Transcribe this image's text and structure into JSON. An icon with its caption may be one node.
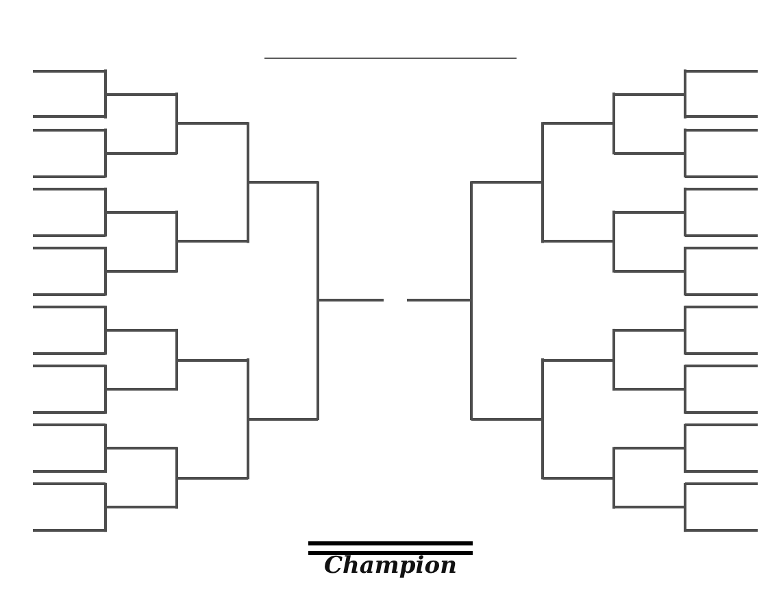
{
  "diagram": {
    "nodes": [
      {
        "text": [],
        "shape": "line"
      },
      {
        "text": [],
        "shape": "line"
      },
      {
        "text": [],
        "shape": "line"
      },
      {
        "text": [],
        "shape": "line"
      },
      {
        "text": [],
        "shape": "line"
      },
      {
        "text": [],
        "shape": "line"
      },
      {
        "text": [],
        "shape": "line"
      },
      {
        "text": [],
        "shape": "line"
      },
      {
        "text": [],
        "shape": "line"
      },
      {
        "text": [],
        "shape": "line"
      },
      {
        "text": [],
        "shape": "line"
      },
      {
        "text": [],
        "shape": "line"
      },
      {
        "text": [],
        "shape": "line"
      },
      {
        "text": [],
        "shape": "line"
      },
      {
        "text": [],
        "shape": "line"
      },
      {
        "text": [],
        "shape": "line"
      },
      {
        "text": [],
        "shape": "line"
      },
      {
        "text": [],
        "shape": "line"
      },
      {
        "text": [],
        "shape": "line"
      },
      {
        "text": [],
        "shape": "line"
      },
      {
        "text": [],
        "shape": "line"
      },
      {
        "text": [],
        "shape": "line"
      },
      {
        "text": [],
        "shape": "line"
      },
      {
        "text": [],
        "shape": "line"
      },
      {
        "text": [],
        "shape": "line"
      },
      {
        "text": [],
        "shape": "line"
      },
      {
        "text": [],
        "shape": "line"
      },
      {
        "text": [],
        "shape": "line"
      },
      {
        "text": [],
        "shape": "line"
      },
      {
        "text": [],
        "shape": "line"
      },
      {
        "text": [],
        "shape": "line"
      },
      {
        "text": [],
        "shape": "line"
      },
      {
        "text": [],
        "shape": "line"
      },
      {
        "text": [],
        "shape": "line"
      },
      {
        "text": [],
        "shape": "line"
      },
      {
        "text": [],
        "shape": "line"
      },
      {
        "text": [],
        "shape": "line"
      },
      {
        "text": [],
        "shape": "line"
      },
      {
        "text": [],
        "shape": "line"
      },
      {
        "text": [],
        "shape": "line"
      },
      {
        "text": [],
        "shape": "line"
      },
      {
        "text": [],
        "shape": "line"
      },
      {
        "text": [],
        "shape": "line"
      },
      {
        "text": [],
        "shape": "line"
      },
      {
        "text": [],
        "shape": "line"
      },
      {
        "text": [],
        "shape": "line"
      },
      {
        "text": [],
        "shape": "line"
      },
      {
        "text": [],
        "shape": "line"
      },
      {
        "text": [],
        "shape": "line"
      },
      {
        "text": [],
        "shape": "line"
      },
      {
        "text": [],
        "shape": "line"
      },
      {
        "text": [],
        "shape": "line"
      },
      {
        "text": [],
        "shape": "line"
      },
      {
        "text": [],
        "shape": "line"
      },
      {
        "text": [],
        "shape": "line"
      },
      {
        "text": [],
        "shape": "line"
      },
      {
        "text": [],
        "shape": "line"
      },
      {
        "text": [],
        "shape": "line"
      },
      {
        "text": [],
        "shape": "line"
      },
      {
        "text": [],
        "shape": "line"
      },
      {
        "text": [],
        "shape": "line"
      },
      {
        "text": [],
        "shape": "line"
      }
    ],
    "edges": [
      {
        "from": 0,
        "to": 16,
        "arrow": "none"
      },
      {
        "from": 1,
        "to": 16,
        "arrow": "none"
      },
      {
        "from": 2,
        "to": 17,
        "arrow": "none"
      },
      {
        "from": 3,
        "to": 17,
        "arrow": "none"
      },
      {
        "from": 4,
        "to": 18,
        "arrow": "none"
      },
      {
        "from": 5,
        "to": 18,
        "arrow": "none"
      },
      {
        "from": 6,
        "to": 19,
        "arrow": "none"
      },
      {
        "from": 7,
        "to": 19,
        "arrow": "none"
      },
      {
        "from": 8,
        "to": 20,
        "arrow": "none"
      },
      {
        "from": 9,
        "to": 20,
        "arrow": "none"
      },
      {
        "from": 10,
        "to": 21,
        "arrow": "none"
      },
      {
        "from": 11,
        "to": 21,
        "arrow": "none"
      },
      {
        "from": 12,
        "to": 22,
        "arrow": "none"
      },
      {
        "from": 13,
        "to": 22,
        "arrow": "none"
      },
      {
        "from": 14,
        "to": 23,
        "arrow": "none"
      },
      {
        "from": 15,
        "to": 23,
        "arrow": "none"
      },
      {
        "from": 16,
        "to": 24,
        "arrow": "none"
      },
      {
        "from": 17,
        "to": 24,
        "arrow": "none"
      },
      {
        "from": 18,
        "to": 25,
        "arrow": "none"
      },
      {
        "from": 19,
        "to": 25,
        "arrow": "none"
      },
      {
        "from": 20,
        "to": 26,
        "arrow": "none"
      },
      {
        "from": 21,
        "to": 26,
        "arrow": "none"
      },
      {
        "from": 22,
        "to": 27,
        "arrow": "none"
      },
      {
        "from": 23,
        "to": 27,
        "arrow": "none"
      },
      {
        "from": 24,
        "to": 28,
        "arrow": "none"
      },
      {
        "from": 25,
        "to": 28,
        "arrow": "none"
      },
      {
        "from": 26,
        "to": 29,
        "arrow": "none"
      },
      {
        "from": 27,
        "to": 29,
        "arrow": "none"
      },
      {
        "from": 28,
        "to": 30,
        "arrow": "none"
      },
      {
        "from": 29,
        "to": 30,
        "arrow": "none"
      },
      {
        "from": 46,
        "to": 38,
        "arrow": "none"
      },
      {
        "from": 47,
        "to": 38,
        "arrow": "none"
      },
      {
        "from": 48,
        "to": 39,
        "arrow": "none"
      },
      {
        "from": 49,
        "to": 39,
        "arrow": "none"
      },
      {
        "from": 50,
        "to": 40,
        "arrow": "none"
      },
      {
        "from": 51,
        "to": 40,
        "arrow": "none"
      },
      {
        "from": 52,
        "to": 41,
        "arrow": "none"
      },
      {
        "from": 53,
        "to": 41,
        "arrow": "none"
      },
      {
        "from": 54,
        "to": 42,
        "arrow": "none"
      },
      {
        "from": 55,
        "to": 42,
        "arrow": "none"
      },
      {
        "from": 56,
        "to": 43,
        "arrow": "none"
      },
      {
        "from": 57,
        "to": 43,
        "arrow": "none"
      },
      {
        "from": 58,
        "to": 44,
        "arrow": "none"
      },
      {
        "from": 59,
        "to": 44,
        "arrow": "none"
      },
      {
        "from": 60,
        "to": 45,
        "arrow": "none"
      },
      {
        "from": 61,
        "to": 45,
        "arrow": "none"
      },
      {
        "from": 38,
        "to": 34,
        "arrow": "none"
      },
      {
        "from": 39,
        "to": 34,
        "arrow": "none"
      },
      {
        "from": 40,
        "to": 35,
        "arrow": "none"
      },
      {
        "from": 41,
        "to": 35,
        "arrow": "none"
      },
      {
        "from": 42,
        "to": 36,
        "arrow": "none"
      },
      {
        "from": 43,
        "to": 36,
        "arrow": "none"
      },
      {
        "from": 44,
        "to": 37,
        "arrow": "none"
      },
      {
        "from": 45,
        "to": 37,
        "arrow": "none"
      },
      {
        "from": 34,
        "to": 32,
        "arrow": "none"
      },
      {
        "from": 35,
        "to": 32,
        "arrow": "none"
      },
      {
        "from": 36,
        "to": 33,
        "arrow": "none"
      },
      {
        "from": 37,
        "to": 33,
        "arrow": "none"
      },
      {
        "from": 32,
        "to": 31,
        "arrow": "none"
      },
      {
        "from": 33,
        "to": 31,
        "arrow": "none"
      }
    ],
    "labels": [
      "Champion"
    ]
  }
}
